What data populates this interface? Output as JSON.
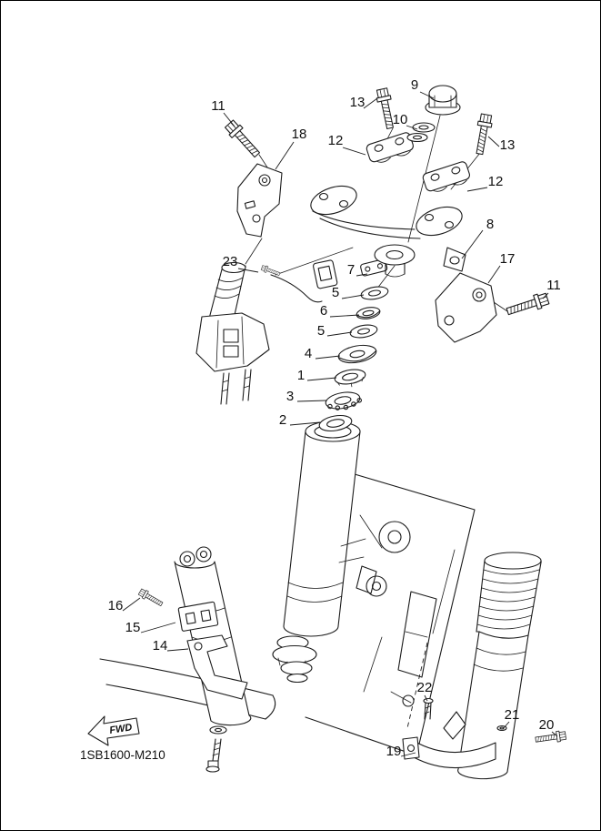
{
  "diagram": {
    "code": "1SB1600-M210",
    "fwd_label": "FWD",
    "line_color": "#1b1b1b",
    "background": "#ffffff",
    "callouts": [
      {
        "label": "11"
      },
      {
        "label": "9"
      },
      {
        "label": "13"
      },
      {
        "label": "10"
      },
      {
        "label": "13"
      },
      {
        "label": "18"
      },
      {
        "label": "12"
      },
      {
        "label": "12"
      },
      {
        "label": "8"
      },
      {
        "label": "23"
      },
      {
        "label": "7"
      },
      {
        "label": "17"
      },
      {
        "label": "5"
      },
      {
        "label": "11"
      },
      {
        "label": "6"
      },
      {
        "label": "5"
      },
      {
        "label": "4"
      },
      {
        "label": "1"
      },
      {
        "label": "3"
      },
      {
        "label": "2"
      },
      {
        "label": "16"
      },
      {
        "label": "15"
      },
      {
        "label": "14"
      },
      {
        "label": "22"
      },
      {
        "label": "19"
      },
      {
        "label": "21"
      },
      {
        "label": "20"
      }
    ]
  }
}
